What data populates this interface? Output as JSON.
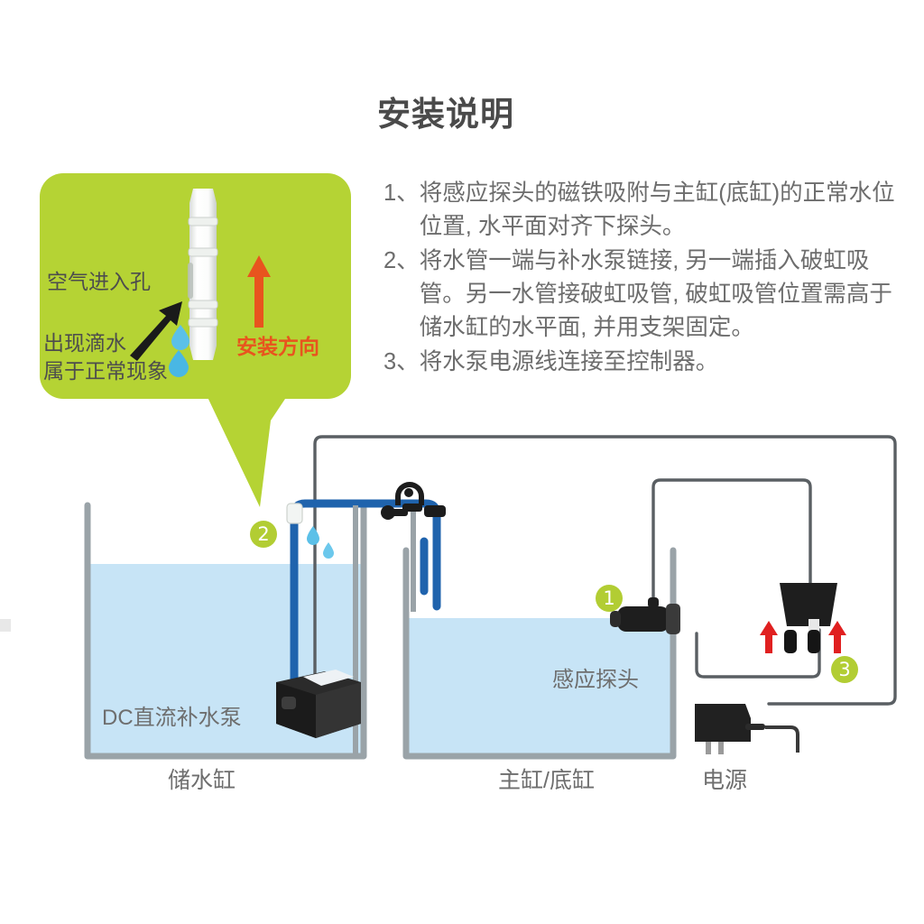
{
  "heading": "安装说明",
  "steps": [
    {
      "num": "1、",
      "text": "将感应探头的磁铁吸附与主缸(底缸)的正常水位位置, 水平面对齐下探头。"
    },
    {
      "num": "2、",
      "text": "将水管一端与补水泵链接, 另一端插入破虹吸管。另一水管接破虹吸管, 破虹吸管位置需高于储水缸的水平面, 并用支架固定。"
    },
    {
      "num": "3、",
      "text": "将水泵电源线连接至控制器。"
    }
  ],
  "callout": {
    "air_hole_label": "空气进入孔",
    "drip_label_line1": "出现滴水",
    "drip_label_line2": "属于正常现象",
    "direction_label": "安装方向"
  },
  "diagram": {
    "storage_tank_label": "储水缸",
    "main_tank_label": "主缸/底缸",
    "power_label": "电源",
    "pump_label": "DC直流补水泵",
    "probe_label": "感应探头",
    "badges": [
      "1",
      "2",
      "3"
    ]
  },
  "colors": {
    "callout_green": "#b5d334",
    "badge_green": "#b2cd33",
    "water_blue": "#c7e4f6",
    "tube_blue": "#1f63ad",
    "arrow_red": "#e02020",
    "direction_orange": "#e8541e",
    "text_gray": "#6e6e6e",
    "title_gray": "#4a4a4a",
    "glass_gray": "#9aa3a8",
    "cable_gray": "#5a5f63"
  }
}
